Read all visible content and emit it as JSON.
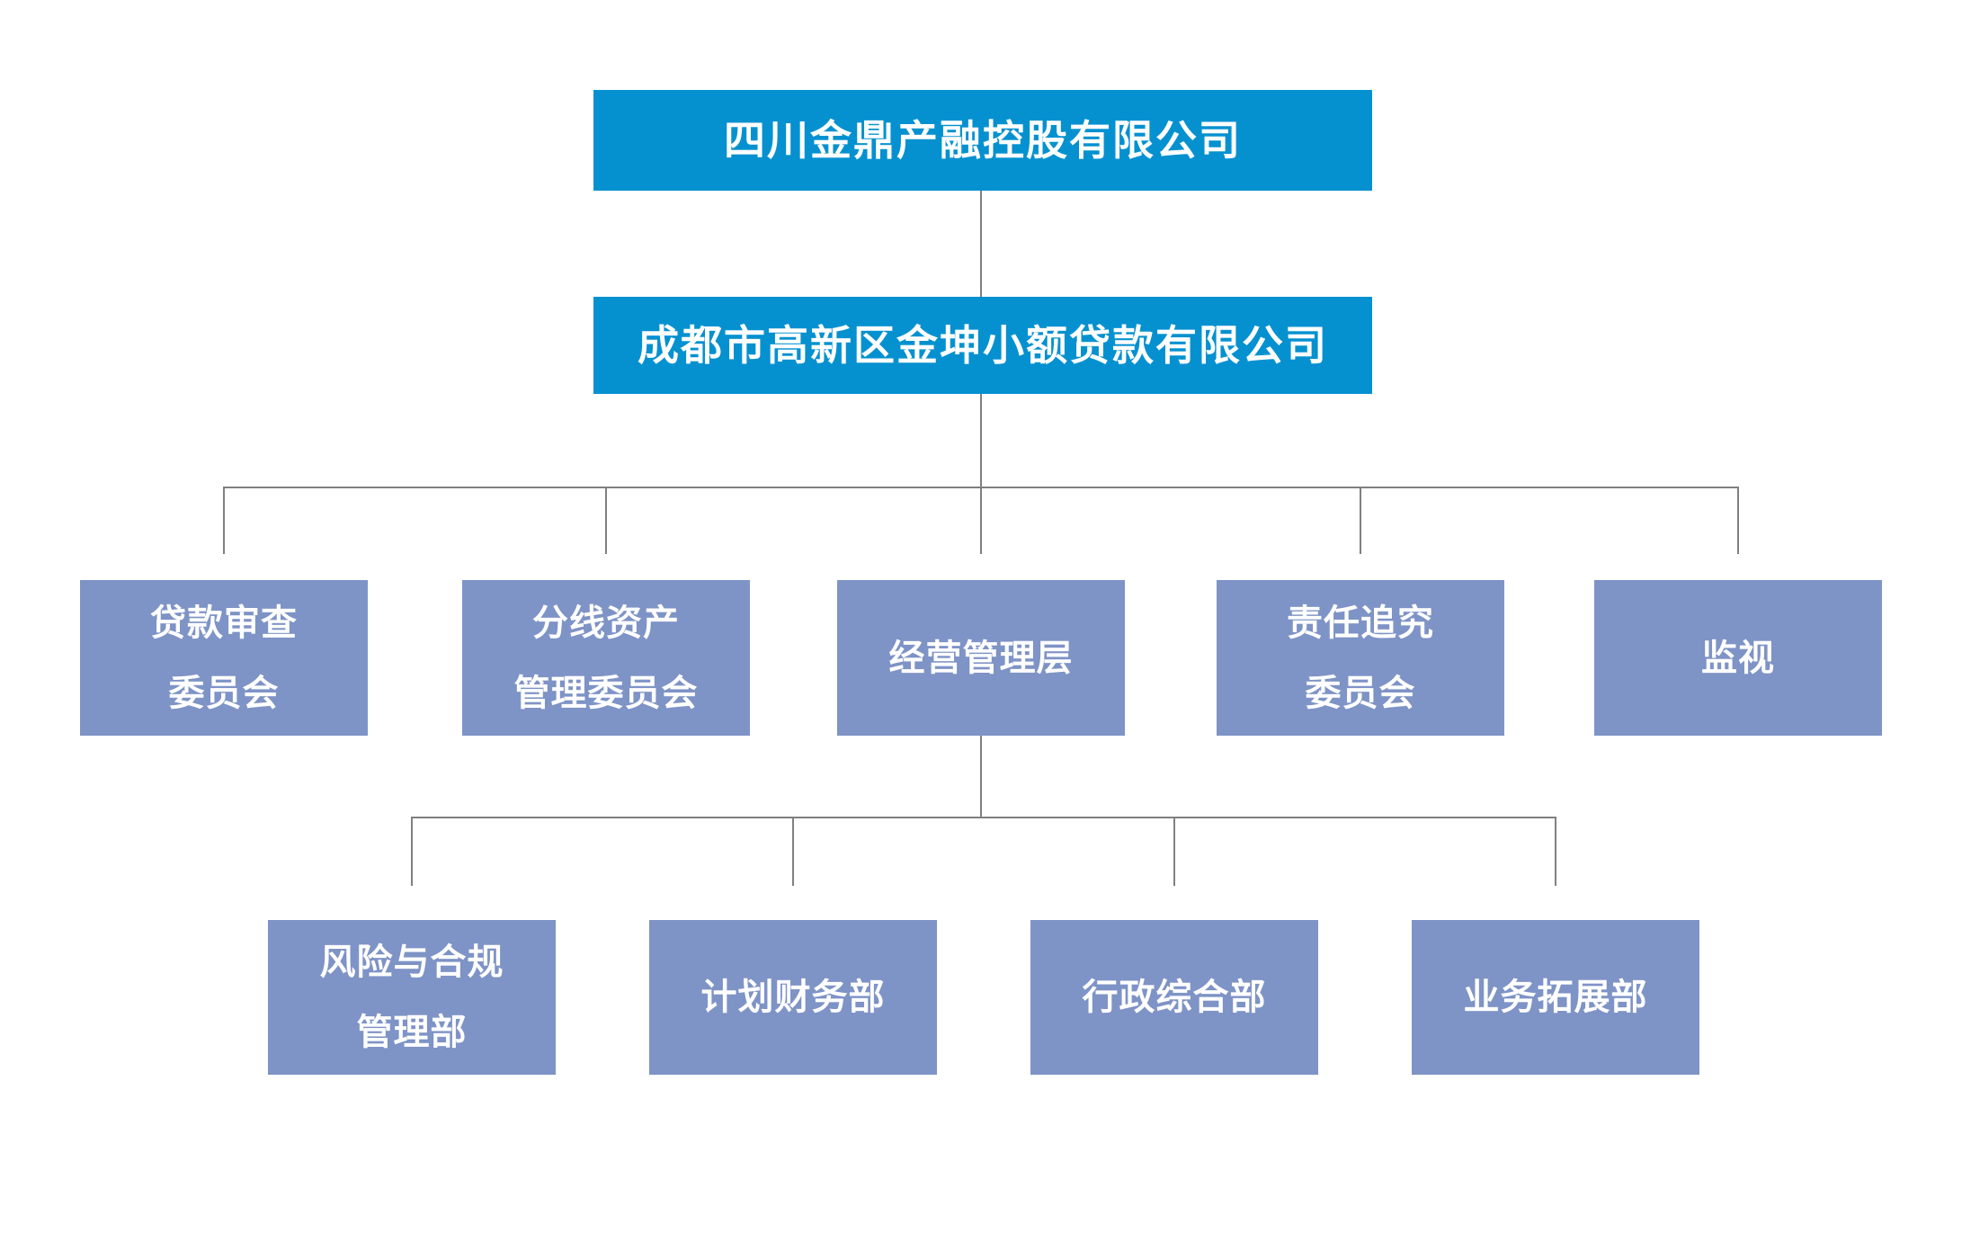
{
  "diagram": {
    "type": "org-chart",
    "colors": {
      "primary_box": "#0591d0",
      "secondary_box": "#7e93c6",
      "connector_line": "#808080",
      "text": "#ffffff",
      "background": "#ffffff"
    },
    "level1": {
      "label": "四川金鼎产融控股有限公司"
    },
    "level2": {
      "label": "成都市高新区金坤小额贷款有限公司"
    },
    "level3": [
      {
        "line1": "贷款审查",
        "line2": "委员会"
      },
      {
        "line1": "分线资产",
        "line2": "管理委员会"
      },
      {
        "line1": "经营管理层",
        "line2": ""
      },
      {
        "line1": "责任追究",
        "line2": "委员会"
      },
      {
        "line1": "监视",
        "line2": ""
      }
    ],
    "level4": [
      {
        "line1": "风险与合规",
        "line2": "管理部"
      },
      {
        "line1": "计划财务部",
        "line2": ""
      },
      {
        "line1": "行政综合部",
        "line2": ""
      },
      {
        "line1": "业务拓展部",
        "line2": ""
      }
    ]
  }
}
